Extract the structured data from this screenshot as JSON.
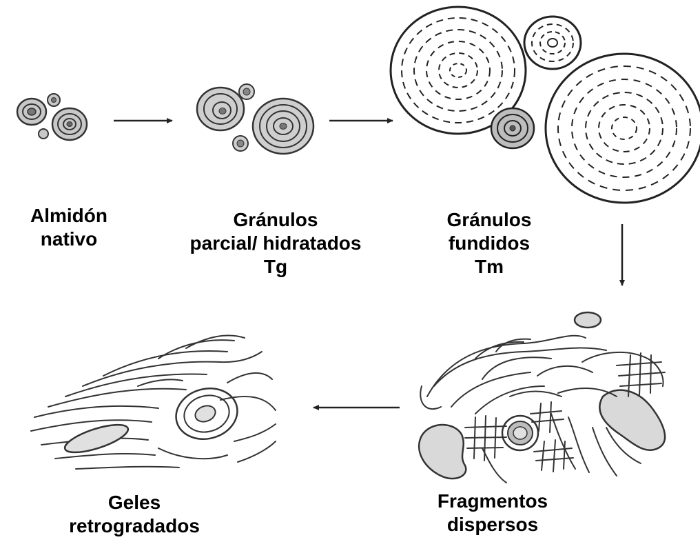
{
  "labels": {
    "native": [
      "Almidón",
      "nativo"
    ],
    "hydrated": [
      "Gránulos",
      "parcial/ hidratados",
      "Tg"
    ],
    "melted": [
      "Gránulos",
      "fundidos",
      "Tm"
    ],
    "fragments": [
      "Fragmentos",
      "dispersos"
    ],
    "gels": [
      "Geles",
      "retrogradados"
    ]
  },
  "colors": {
    "ink": "#222222",
    "granule_fill": "#bdbdbd",
    "blob_fill": "#d9d9d9",
    "background": "#ffffff"
  }
}
